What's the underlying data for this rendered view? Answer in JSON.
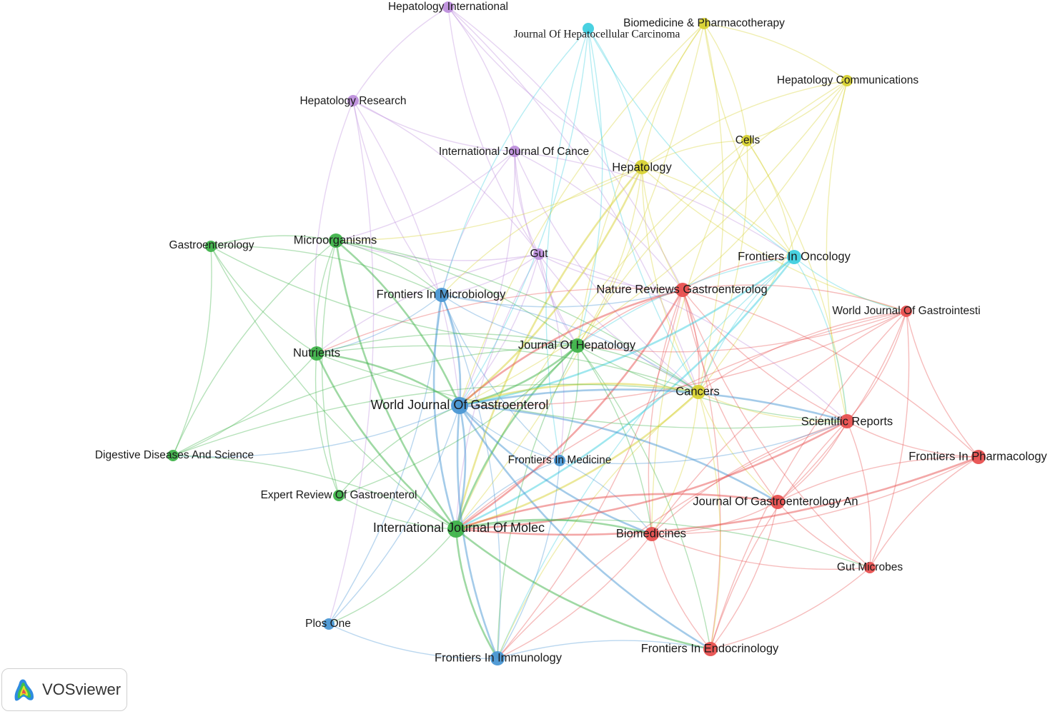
{
  "cluster_colors": {
    "red": "#e8504f",
    "green": "#3fb34a",
    "blue": "#4a97d4",
    "yellow": "#d8d233",
    "purple": "#be8fdc",
    "cyan": "#3fcfdf"
  },
  "nodes": [
    {
      "id": "hepatology-international",
      "label": "Hepatology International",
      "cluster": "purple",
      "size": 1
    },
    {
      "id": "journal-of-hepatocellular-carcinoma",
      "label": "Journal Of Hepatocellular Carcinoma",
      "cluster": "cyan",
      "size": 1
    },
    {
      "id": "biomedicine-pharmacotherapy",
      "label": "Biomedicine & Pharmacotherapy",
      "cluster": "yellow",
      "size": 1
    },
    {
      "id": "hepatology-communications",
      "label": "Hepatology Communications",
      "cluster": "yellow",
      "size": 1
    },
    {
      "id": "hepatology-research",
      "label": "Hepatology Research",
      "cluster": "purple",
      "size": 1
    },
    {
      "id": "cells",
      "label": "Cells",
      "cluster": "yellow",
      "size": 1
    },
    {
      "id": "international-journal-of-cance",
      "label": "International Journal Of Cance",
      "cluster": "purple",
      "size": 1
    },
    {
      "id": "hepatology",
      "label": "Hepatology",
      "cluster": "yellow",
      "size": 2
    },
    {
      "id": "gastroenterology",
      "label": "Gastroenterology",
      "cluster": "green",
      "size": 1
    },
    {
      "id": "microorganisms",
      "label": "Microorganisms",
      "cluster": "green",
      "size": 2
    },
    {
      "id": "gut",
      "label": "Gut",
      "cluster": "purple",
      "size": 1
    },
    {
      "id": "frontiers-in-oncology",
      "label": "Frontiers In Oncology",
      "cluster": "cyan",
      "size": 2
    },
    {
      "id": "frontiers-in-microbiology",
      "label": "Frontiers In Microbiology",
      "cluster": "blue",
      "size": 2
    },
    {
      "id": "nature-reviews-gastroenterolog",
      "label": "Nature Reviews Gastroenterolog",
      "cluster": "red",
      "size": 2
    },
    {
      "id": "world-journal-of-gastrointesti",
      "label": "World Journal Of Gastrointesti",
      "cluster": "red",
      "size": 1
    },
    {
      "id": "nutrients",
      "label": "Nutrients",
      "cluster": "green",
      "size": 2
    },
    {
      "id": "journal-of-hepatology",
      "label": "Journal Of Hepatology",
      "cluster": "green",
      "size": 2
    },
    {
      "id": "cancers",
      "label": "Cancers",
      "cluster": "yellow",
      "size": 2
    },
    {
      "id": "world-journal-of-gastroenterol",
      "label": "World Journal Of Gastroenterol",
      "cluster": "blue",
      "size": 3
    },
    {
      "id": "scientific-reports",
      "label": "Scientific Reports",
      "cluster": "red",
      "size": 2
    },
    {
      "id": "digestive-diseases-and-science",
      "label": "Digestive Diseases And Science",
      "cluster": "green",
      "size": 1
    },
    {
      "id": "frontiers-in-medicine",
      "label": "Frontiers In Medicine",
      "cluster": "blue",
      "size": 1
    },
    {
      "id": "frontiers-in-pharmacology",
      "label": "Frontiers In Pharmacology",
      "cluster": "red",
      "size": 2
    },
    {
      "id": "expert-review-of-gastroenterol",
      "label": "Expert Review Of Gastroenterol",
      "cluster": "green",
      "size": 1
    },
    {
      "id": "journal-of-gastroenterology-an",
      "label": "Journal Of Gastroenterology An",
      "cluster": "red",
      "size": 2
    },
    {
      "id": "international-journal-of-molec",
      "label": "International Journal Of Molec",
      "cluster": "green",
      "size": 3
    },
    {
      "id": "biomedicines",
      "label": "Biomedicines",
      "cluster": "red",
      "size": 2
    },
    {
      "id": "gut-microbes",
      "label": "Gut Microbes",
      "cluster": "red",
      "size": 1
    },
    {
      "id": "plos-one",
      "label": "Plos One",
      "cluster": "blue",
      "size": 1
    },
    {
      "id": "frontiers-in-immunology",
      "label": "Frontiers In Immunology",
      "cluster": "blue",
      "size": 2
    },
    {
      "id": "frontiers-in-endocrinology",
      "label": "Frontiers In Endocrinology",
      "cluster": "red",
      "size": 2
    }
  ],
  "edges": [
    [
      "hepatology-international",
      "hepatology-research"
    ],
    [
      "hepatology-international",
      "international-journal-of-cance"
    ],
    [
      "hepatology-international",
      "gut"
    ],
    [
      "hepatology-international",
      "nature-reviews-gastroenterolog"
    ],
    [
      "hepatology-international",
      "hepatology"
    ],
    [
      "hepatology-international",
      "cancers"
    ],
    [
      "hepatology-research",
      "international-journal-of-cance"
    ],
    [
      "hepatology-research",
      "gut"
    ],
    [
      "hepatology-research",
      "nutrients"
    ],
    [
      "hepatology-research",
      "plos-one"
    ],
    [
      "hepatology-research",
      "frontiers-in-microbiology"
    ],
    [
      "hepatology-research",
      "world-journal-of-gastroenterol"
    ],
    [
      "international-journal-of-cance",
      "gut"
    ],
    [
      "international-journal-of-cance",
      "nature-reviews-gastroenterolog"
    ],
    [
      "international-journal-of-cance",
      "frontiers-in-microbiology"
    ],
    [
      "international-journal-of-cance",
      "microorganisms"
    ],
    [
      "international-journal-of-cance",
      "cancers"
    ],
    [
      "international-journal-of-cance",
      "frontiers-in-oncology"
    ],
    [
      "international-journal-of-cance",
      "journal-of-hepatology"
    ],
    [
      "international-journal-of-cance",
      "world-journal-of-gastroenterol"
    ],
    [
      "gut",
      "nature-reviews-gastroenterolog"
    ],
    [
      "gut",
      "frontiers-in-microbiology"
    ],
    [
      "gut",
      "journal-of-hepatology"
    ],
    [
      "gut",
      "frontiers-in-medicine"
    ],
    [
      "gut",
      "nutrients"
    ],
    [
      "gut",
      "microorganisms"
    ],
    [
      "gut",
      "cancers"
    ],
    [
      "gut",
      "world-journal-of-gastroenterol"
    ],
    [
      "gut",
      "international-journal-of-molec"
    ],
    [
      "gut",
      "scientific-reports"
    ],
    [
      "journal-of-hepatocellular-carcinoma",
      "frontiers-in-oncology"
    ],
    [
      "journal-of-hepatocellular-carcinoma",
      "hepatology"
    ],
    [
      "journal-of-hepatocellular-carcinoma",
      "cancers"
    ],
    [
      "journal-of-hepatocellular-carcinoma",
      "world-journal-of-gastroenterol"
    ],
    [
      "journal-of-hepatocellular-carcinoma",
      "frontiers-in-microbiology"
    ],
    [
      "journal-of-hepatocellular-carcinoma",
      "journal-of-hepatology"
    ],
    [
      "journal-of-hepatocellular-carcinoma",
      "frontiers-in-medicine"
    ],
    [
      "biomedicine-pharmacotherapy",
      "cells"
    ],
    [
      "biomedicine-pharmacotherapy",
      "hepatology"
    ],
    [
      "biomedicine-pharmacotherapy",
      "cancers"
    ],
    [
      "biomedicine-pharmacotherapy",
      "journal-of-hepatology"
    ],
    [
      "biomedicine-pharmacotherapy",
      "hepatology-communications"
    ],
    [
      "biomedicine-pharmacotherapy",
      "world-journal-of-gastroenterol"
    ],
    [
      "biomedicine-pharmacotherapy",
      "international-journal-of-molec"
    ],
    [
      "biomedicine-pharmacotherapy",
      "frontiers-in-oncology"
    ],
    [
      "hepatology-communications",
      "cells"
    ],
    [
      "hepatology-communications",
      "hepatology"
    ],
    [
      "hepatology-communications",
      "cancers"
    ],
    [
      "hepatology-communications",
      "journal-of-hepatology"
    ],
    [
      "hepatology-communications",
      "nature-reviews-gastroenterolog"
    ],
    [
      "hepatology-communications",
      "scientific-reports"
    ],
    [
      "hepatology-communications",
      "world-journal-of-gastroenterol"
    ],
    [
      "cells",
      "hepatology"
    ],
    [
      "cells",
      "cancers"
    ],
    [
      "cells",
      "international-journal-of-molec"
    ],
    [
      "cells",
      "frontiers-in-oncology"
    ],
    [
      "cells",
      "biomedicines"
    ],
    [
      "cells",
      "scientific-reports"
    ],
    [
      "hepatology",
      "nature-reviews-gastroenterolog"
    ],
    [
      "hepatology",
      "journal-of-hepatology"
    ],
    [
      "hepatology",
      "cancers"
    ],
    [
      "hepatology",
      "world-journal-of-gastroenterol"
    ],
    [
      "hepatology",
      "frontiers-in-microbiology"
    ],
    [
      "hepatology",
      "microorganisms"
    ],
    [
      "hepatology",
      "international-journal-of-molec"
    ],
    [
      "hepatology",
      "frontiers-in-oncology"
    ],
    [
      "hepatology",
      "world-journal-of-gastrointesti"
    ],
    [
      "gastroenterology",
      "microorganisms"
    ],
    [
      "gastroenterology",
      "nutrients"
    ],
    [
      "gastroenterology",
      "frontiers-in-microbiology"
    ],
    [
      "gastroenterology",
      "journal-of-hepatology"
    ],
    [
      "gastroenterology",
      "digestive-diseases-and-science"
    ],
    [
      "gastroenterology",
      "international-journal-of-molec"
    ],
    [
      "microorganisms",
      "frontiers-in-microbiology"
    ],
    [
      "microorganisms",
      "nutrients"
    ],
    [
      "microorganisms",
      "journal-of-hepatology"
    ],
    [
      "microorganisms",
      "international-journal-of-molec"
    ],
    [
      "microorganisms",
      "world-journal-of-gastroenterol"
    ],
    [
      "microorganisms",
      "digestive-diseases-and-science"
    ],
    [
      "microorganisms",
      "cancers"
    ],
    [
      "microorganisms",
      "expert-review-of-gastroenterol"
    ],
    [
      "frontiers-in-microbiology",
      "nutrients"
    ],
    [
      "frontiers-in-microbiology",
      "journal-of-hepatology"
    ],
    [
      "frontiers-in-microbiology",
      "world-journal-of-gastroenterol"
    ],
    [
      "frontiers-in-microbiology",
      "international-journal-of-molec"
    ],
    [
      "frontiers-in-microbiology",
      "frontiers-in-immunology"
    ],
    [
      "frontiers-in-microbiology",
      "frontiers-in-medicine"
    ],
    [
      "frontiers-in-microbiology",
      "plos-one"
    ],
    [
      "frontiers-in-microbiology",
      "nature-reviews-gastroenterolog"
    ],
    [
      "frontiers-in-microbiology",
      "cancers"
    ],
    [
      "nature-reviews-gastroenterolog",
      "journal-of-hepatology"
    ],
    [
      "nature-reviews-gastroenterolog",
      "cancers"
    ],
    [
      "nature-reviews-gastroenterolog",
      "scientific-reports"
    ],
    [
      "nature-reviews-gastroenterolog",
      "world-journal-of-gastrointesti"
    ],
    [
      "nature-reviews-gastroenterolog",
      "biomedicines"
    ],
    [
      "nature-reviews-gastroenterolog",
      "frontiers-in-endocrinology"
    ],
    [
      "nature-reviews-gastroenterolog",
      "journal-of-gastroenterology-an"
    ],
    [
      "nature-reviews-gastroenterolog",
      "international-journal-of-molec"
    ],
    [
      "nature-reviews-gastroenterolog",
      "world-journal-of-gastroenterol"
    ],
    [
      "nature-reviews-gastroenterolog",
      "frontiers-in-oncology"
    ],
    [
      "nature-reviews-gastroenterolog",
      "gut-microbes"
    ],
    [
      "nature-reviews-gastroenterolog",
      "frontiers-in-pharmacology"
    ],
    [
      "nature-reviews-gastroenterolog",
      "nutrients"
    ],
    [
      "nature-reviews-gastroenterolog",
      "frontiers-in-immunology"
    ],
    [
      "frontiers-in-oncology",
      "cancers"
    ],
    [
      "frontiers-in-oncology",
      "world-journal-of-gastroenterol"
    ],
    [
      "frontiers-in-oncology",
      "journal-of-hepatology"
    ],
    [
      "frontiers-in-oncology",
      "scientific-reports"
    ],
    [
      "frontiers-in-oncology",
      "world-journal-of-gastrointesti"
    ],
    [
      "frontiers-in-oncology",
      "international-journal-of-molec"
    ],
    [
      "frontiers-in-oncology",
      "frontiers-in-immunology"
    ],
    [
      "world-journal-of-gastrointesti",
      "scientific-reports"
    ],
    [
      "world-journal-of-gastrointesti",
      "frontiers-in-pharmacology"
    ],
    [
      "world-journal-of-gastrointesti",
      "journal-of-gastroenterology-an"
    ],
    [
      "world-journal-of-gastrointesti",
      "cancers"
    ],
    [
      "world-journal-of-gastrointesti",
      "world-journal-of-gastroenterol"
    ],
    [
      "world-journal-of-gastrointesti",
      "biomedicines"
    ],
    [
      "world-journal-of-gastrointesti",
      "gut-microbes"
    ],
    [
      "world-journal-of-gastrointesti",
      "frontiers-in-endocrinology"
    ],
    [
      "world-journal-of-gastrointesti",
      "journal-of-hepatology"
    ],
    [
      "world-journal-of-gastrointesti",
      "international-journal-of-molec"
    ],
    [
      "nutrients",
      "journal-of-hepatology"
    ],
    [
      "nutrients",
      "international-journal-of-molec"
    ],
    [
      "nutrients",
      "world-journal-of-gastroenterol"
    ],
    [
      "nutrients",
      "expert-review-of-gastroenterol"
    ],
    [
      "nutrients",
      "cancers"
    ],
    [
      "nutrients",
      "scientific-reports"
    ],
    [
      "journal-of-hepatology",
      "world-journal-of-gastroenterol"
    ],
    [
      "journal-of-hepatology",
      "international-journal-of-molec"
    ],
    [
      "journal-of-hepatology",
      "cancers"
    ],
    [
      "journal-of-hepatology",
      "scientific-reports"
    ],
    [
      "journal-of-hepatology",
      "frontiers-in-medicine"
    ],
    [
      "journal-of-hepatology",
      "frontiers-in-immunology"
    ],
    [
      "journal-of-hepatology",
      "biomedicines"
    ],
    [
      "journal-of-hepatology",
      "digestive-diseases-and-science"
    ],
    [
      "journal-of-hepatology",
      "frontiers-in-endocrinology"
    ],
    [
      "cancers",
      "world-journal-of-gastroenterol"
    ],
    [
      "cancers",
      "international-journal-of-molec"
    ],
    [
      "cancers",
      "scientific-reports"
    ],
    [
      "cancers",
      "biomedicines"
    ],
    [
      "cancers",
      "journal-of-gastroenterology-an"
    ],
    [
      "cancers",
      "frontiers-in-endocrinology"
    ],
    [
      "cancers",
      "frontiers-in-immunology"
    ],
    [
      "world-journal-of-gastroenterol",
      "international-journal-of-molec"
    ],
    [
      "world-journal-of-gastroenterol",
      "frontiers-in-medicine"
    ],
    [
      "world-journal-of-gastroenterol",
      "plos-one"
    ],
    [
      "world-journal-of-gastroenterol",
      "frontiers-in-immunology"
    ],
    [
      "world-journal-of-gastroenterol",
      "scientific-reports"
    ],
    [
      "world-journal-of-gastroenterol",
      "biomedicines"
    ],
    [
      "world-journal-of-gastroenterol",
      "journal-of-gastroenterology-an"
    ],
    [
      "world-journal-of-gastroenterol",
      "frontiers-in-endocrinology"
    ],
    [
      "world-journal-of-gastroenterol",
      "digestive-diseases-and-science"
    ],
    [
      "scientific-reports",
      "frontiers-in-pharmacology"
    ],
    [
      "scientific-reports",
      "journal-of-gastroenterology-an"
    ],
    [
      "scientific-reports",
      "biomedicines"
    ],
    [
      "scientific-reports",
      "gut-microbes"
    ],
    [
      "scientific-reports",
      "frontiers-in-endocrinology"
    ],
    [
      "scientific-reports",
      "international-journal-of-molec"
    ],
    [
      "scientific-reports",
      "frontiers-in-immunology"
    ],
    [
      "digestive-diseases-and-science",
      "international-journal-of-molec"
    ],
    [
      "digestive-diseases-and-science",
      "nutrients"
    ],
    [
      "digestive-diseases-and-science",
      "cancers"
    ],
    [
      "frontiers-in-medicine",
      "international-journal-of-molec"
    ],
    [
      "frontiers-in-medicine",
      "frontiers-in-immunology"
    ],
    [
      "frontiers-in-medicine",
      "scientific-reports"
    ],
    [
      "frontiers-in-medicine",
      "biomedicines"
    ],
    [
      "frontiers-in-pharmacology",
      "journal-of-gastroenterology-an"
    ],
    [
      "frontiers-in-pharmacology",
      "international-journal-of-molec"
    ],
    [
      "frontiers-in-pharmacology",
      "gut-microbes"
    ],
    [
      "frontiers-in-pharmacology",
      "biomedicines"
    ],
    [
      "expert-review-of-gastroenterol",
      "international-journal-of-molec"
    ],
    [
      "expert-review-of-gastroenterol",
      "world-journal-of-gastroenterol"
    ],
    [
      "expert-review-of-gastroenterol",
      "journal-of-hepatology"
    ],
    [
      "journal-of-gastroenterology-an",
      "biomedicines"
    ],
    [
      "journal-of-gastroenterology-an",
      "gut-microbes"
    ],
    [
      "journal-of-gastroenterology-an",
      "frontiers-in-endocrinology"
    ],
    [
      "journal-of-gastroenterology-an",
      "international-journal-of-molec"
    ],
    [
      "international-journal-of-molec",
      "biomedicines"
    ],
    [
      "international-journal-of-molec",
      "frontiers-in-immunology"
    ],
    [
      "international-journal-of-molec",
      "plos-one"
    ],
    [
      "international-journal-of-molec",
      "frontiers-in-endocrinology"
    ],
    [
      "international-journal-of-molec",
      "gut-microbes"
    ],
    [
      "biomedicines",
      "frontiers-in-endocrinology"
    ],
    [
      "biomedicines",
      "frontiers-in-immunology"
    ],
    [
      "biomedicines",
      "gut-microbes"
    ],
    [
      "gut-microbes",
      "frontiers-in-endocrinology"
    ],
    [
      "plos-one",
      "frontiers-in-immunology"
    ],
    [
      "frontiers-in-immunology",
      "frontiers-in-endocrinology"
    ]
  ],
  "logo": {
    "text": "VOSviewer"
  }
}
